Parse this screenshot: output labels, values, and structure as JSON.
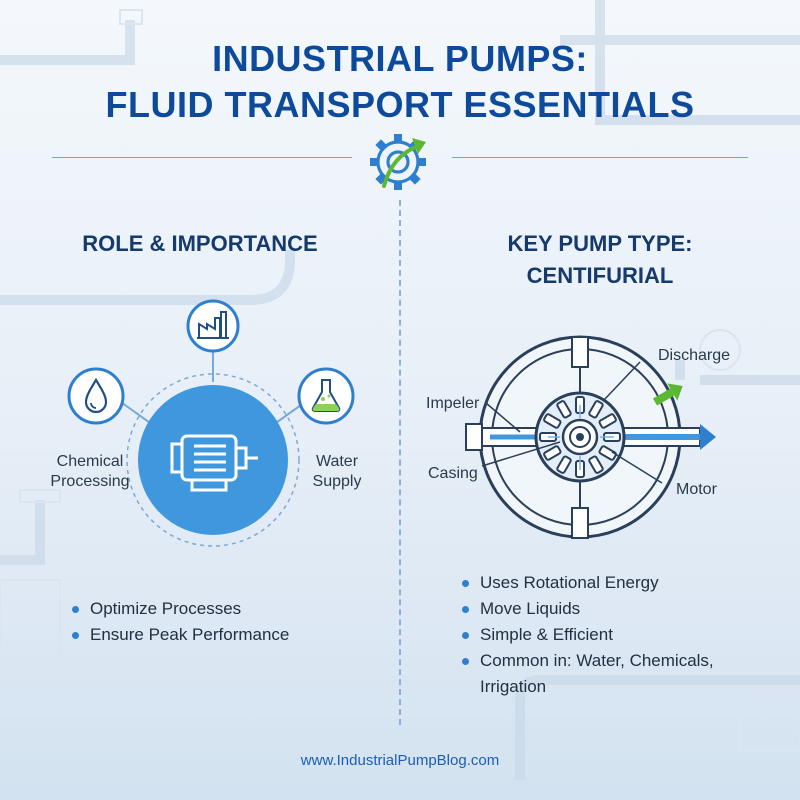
{
  "title": {
    "line1": "INDUSTRIAL PUMPS:",
    "line2": "FLUID TRANSPORT ESSENTIALS"
  },
  "left": {
    "heading": "ROLE & IMPORTANCE",
    "labels": {
      "chemical_line1": "Chemical",
      "chemical_line2": "Processing",
      "water_line1": "Water",
      "water_line2": "Supply"
    },
    "bullets": [
      "Optimize Processes",
      "Ensure Peak Performance"
    ]
  },
  "right": {
    "heading_line1": "KEY PUMP TYPE:",
    "heading_line2": "CENTIFURIAL",
    "labels": {
      "discharge": "Discharge",
      "impeler": "Impeler",
      "casing": "Casing",
      "motor": "Motor"
    },
    "bullets": [
      "Uses Rotational Energy",
      "Move Liquids",
      "Simple & Efficient",
      "Common in: Water, Chemicals,",
      "Irrigation"
    ]
  },
  "footer": "www.IndustrialPumpBlog.com",
  "colors": {
    "title": "#0d4a9c",
    "accent": "#2f7fd0",
    "pump_circle": "#3f97dd",
    "arrow_green": "#5cb833",
    "heading": "#163a6b"
  },
  "icons": [
    "gear-arrow-icon",
    "factory-icon",
    "water-drop-icon",
    "flask-icon",
    "motor-icon"
  ]
}
